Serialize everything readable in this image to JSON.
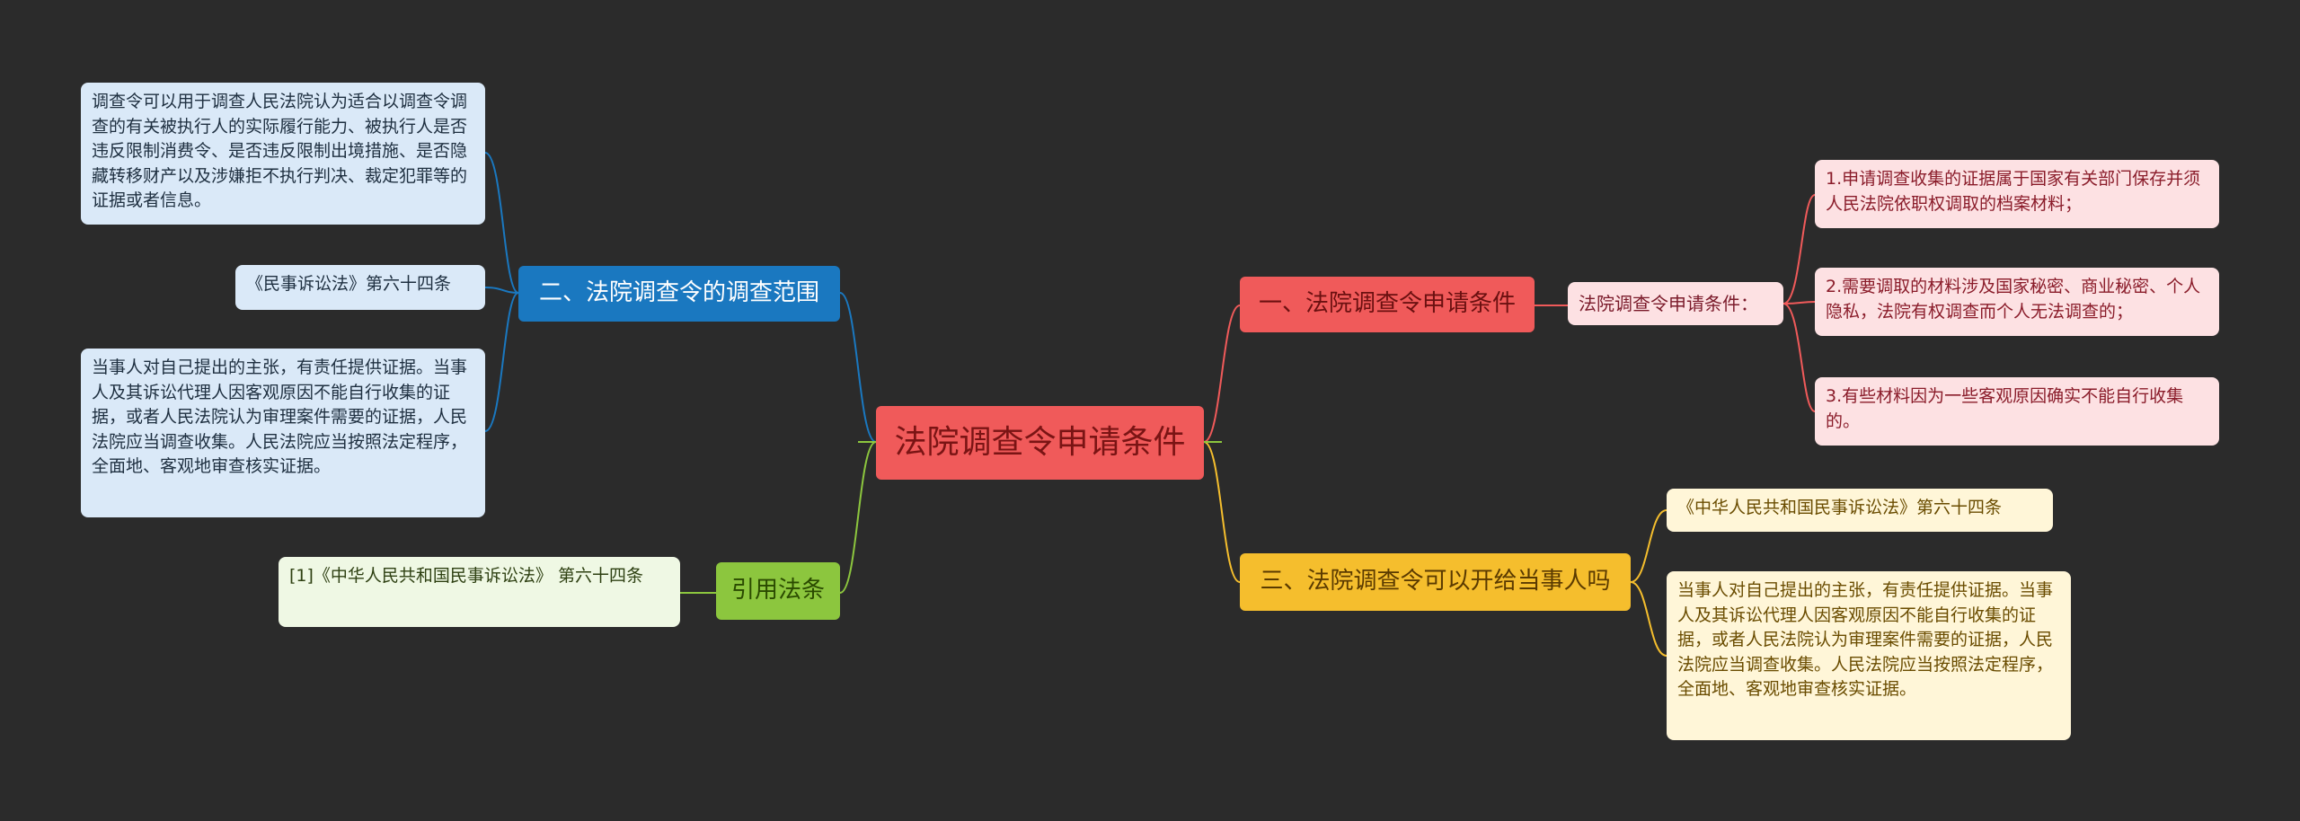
{
  "root": {
    "title": "法院调查令申请条件"
  },
  "branches": {
    "one": {
      "label": "一、法院调查令申请条件"
    },
    "two": {
      "label": "二、法院调查令的调查范围"
    },
    "three": {
      "label": "三、法院调查令可以开给当事人吗"
    },
    "cite": {
      "label": "引用法条"
    }
  },
  "one": {
    "mid": "法院调查令申请条件：",
    "items": [
      "1.申请调查收集的证据属于国家有关部门保存并须人民法院依职权调取的档案材料；",
      "2.需要调取的材料涉及国家秘密、商业秘密、个人隐私，法院有权调查而个人无法调查的；",
      "3.有些材料因为一些客观原因确实不能自行收集的。"
    ]
  },
  "two": {
    "items": [
      "调查令可以用于调查人民法院认为适合以调查令调查的有关被执行人的实际履行能力、被执行人是否违反限制消费令、是否违反限制出境措施、是否隐藏转移财产以及涉嫌拒不执行判决、裁定犯罪等的证据或者信息。",
      "《民事诉讼法》第六十四条",
      "当事人对自己提出的主张，有责任提供证据。当事人及其诉讼代理人因客观原因不能自行收集的证据，或者人民法院认为审理案件需要的证据，人民法院应当调查收集。人民法院应当按照法定程序，全面地、客观地审查核实证据。"
    ]
  },
  "three": {
    "items": [
      "《中华人民共和国民事诉讼法》第六十四条",
      "当事人对自己提出的主张，有责任提供证据。当事人及其诉讼代理人因客观原因不能自行收集的证据，或者人民法院认为审理案件需要的证据，人民法院应当调查收集。人民法院应当按照法定程序，全面地、客观地审查核实证据。"
    ]
  },
  "cite": {
    "items": [
      "[1]《中华人民共和国民事诉讼法》 第六十四条"
    ]
  },
  "colors": {
    "background": "#2b2b2b",
    "red": "#f05a5a",
    "blue": "#1a78c0",
    "yellow": "#f5be2d",
    "green": "#8cc63e"
  }
}
